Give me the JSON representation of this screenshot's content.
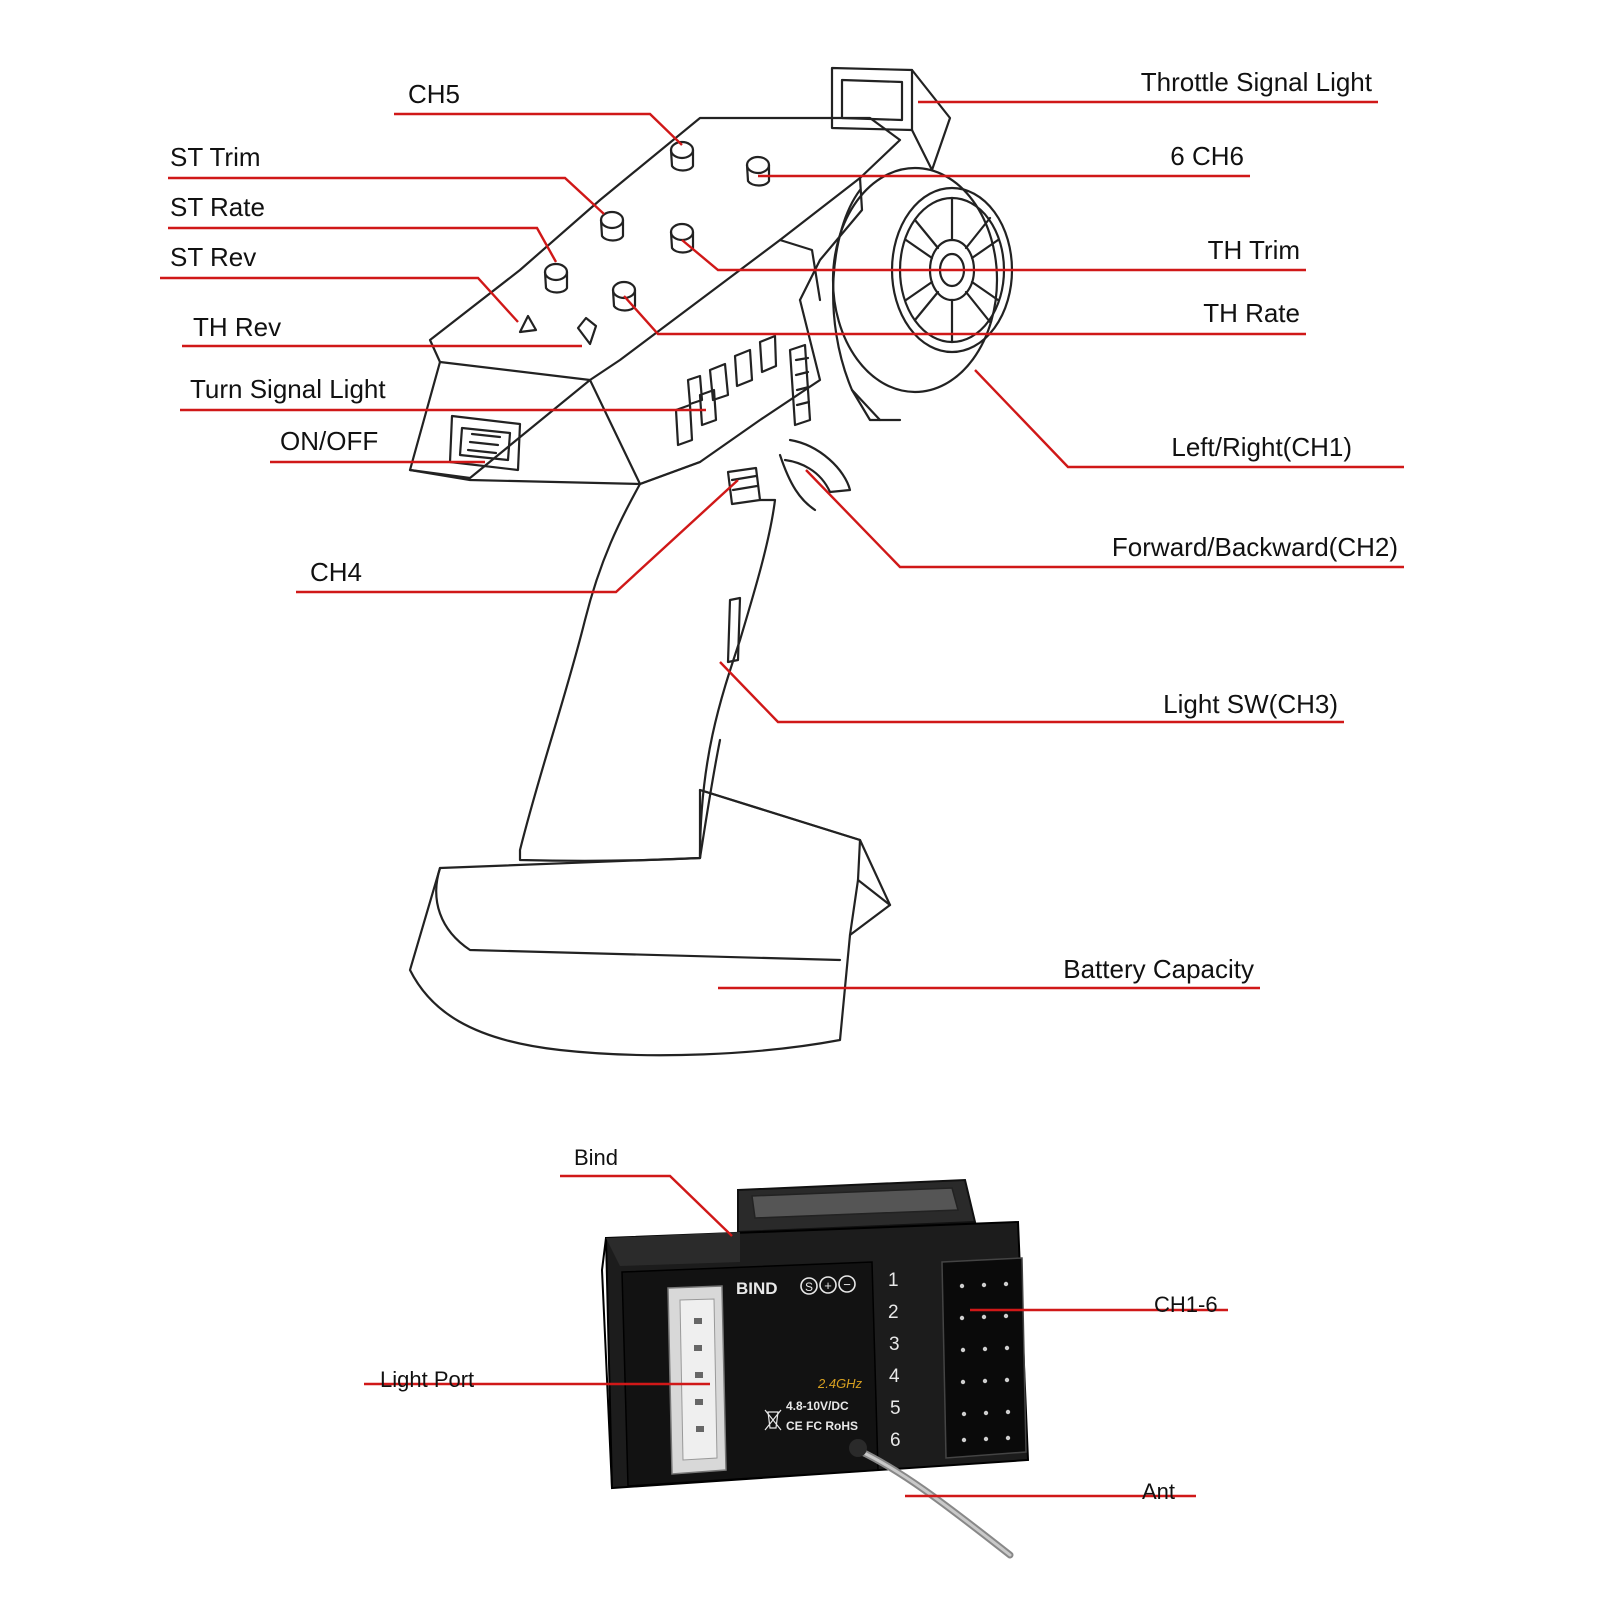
{
  "colors": {
    "leader": "#d01818",
    "outline": "#222222",
    "receiver_body": "#1c1c1c",
    "receiver_face": "#121212",
    "receiver_text": "#e8e8e8",
    "background": "#ffffff"
  },
  "transmitter": {
    "labels": {
      "ch5": "CH5",
      "st_trim": "ST Trim",
      "st_rate": "ST Rate",
      "st_rev": "ST Rev",
      "th_rev": "TH Rev",
      "turn_signal_light": "Turn Signal Light",
      "on_off": "ON/OFF",
      "ch4": "CH4",
      "throttle_signal_light": "Throttle Signal Light",
      "ch6": "6  CH6",
      "th_trim": "TH Trim",
      "th_rate": "TH Rate",
      "left_right": "Left/Right(CH1)",
      "forward_backward": "Forward/Backward(CH2)",
      "light_sw": "Light SW(CH3)",
      "battery_capacity": "Battery Capacity"
    }
  },
  "receiver": {
    "labels": {
      "bind": "Bind",
      "ch1_6": "CH1-6",
      "light_port": "Light Port",
      "ant": "Ant"
    },
    "face": {
      "bind_text": "BIND",
      "polarity_icons": [
        "S",
        "+",
        "−"
      ],
      "channel_numbers": [
        "1",
        "2",
        "3",
        "4",
        "5",
        "6"
      ],
      "band_text": "2.4GHz",
      "voltage_text": "4.8-10V/DC",
      "cert_text": "CE FC RoHS"
    }
  }
}
